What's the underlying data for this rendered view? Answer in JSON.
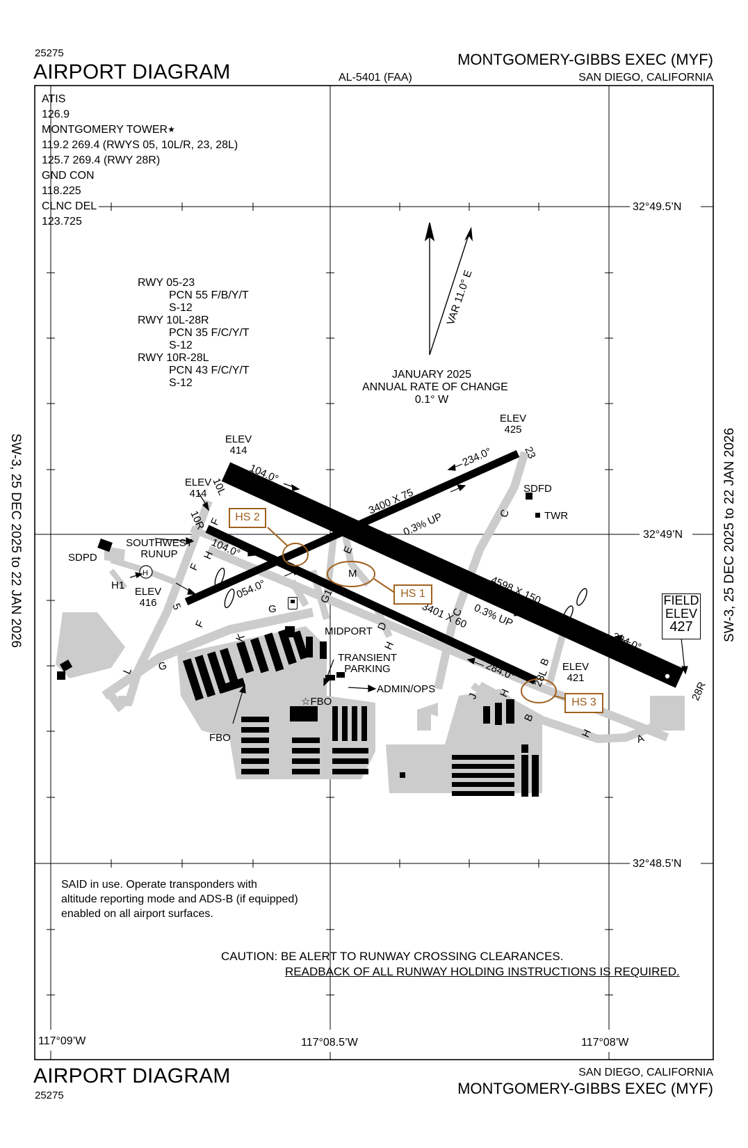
{
  "header": {
    "chart_number": "25275",
    "title": "AIRPORT DIAGRAM",
    "al_number": "AL-5401 (FAA)",
    "airport_name": "MONTGOMERY-GIBBS EXEC (MYF)",
    "city": "SAN DIEGO, CALIFORNIA"
  },
  "footer": {
    "title": "AIRPORT DIAGRAM",
    "chart_number": "25275",
    "city": "SAN DIEGO, CALIFORNIA",
    "airport_name": "MONTGOMERY-GIBBS EXEC (MYF)"
  },
  "side_text": {
    "left": "SW-3,  25 DEC 2025  to  22 JAN 2026",
    "right": "SW-3,  25 DEC 2025  to  22 JAN 2026"
  },
  "frequencies": [
    "ATIS",
    "126.9",
    "MONTGOMERY TOWER",
    "119.2 269.4 (RWYS 05, 10L/R, 23, 28L)",
    "125.7 269.4 (RWY 28R)",
    "GND CON",
    "118.225",
    "CLNC DEL",
    "123.725"
  ],
  "runway_info": [
    {
      "rwy": "RWY 05-23",
      "pcn": "PCN 55 F/B/Y/T",
      "s": "S-12"
    },
    {
      "rwy": "RWY 10L-28R",
      "pcn": "PCN 35 F/C/Y/T",
      "s": "S-12"
    },
    {
      "rwy": "RWY 10R-28L",
      "pcn": "PCN 43 F/C/Y/T",
      "s": "S-12"
    }
  ],
  "variation": {
    "label": "VAR 11.0° E",
    "date": "JANUARY 2025",
    "rate_label": "ANNUAL RATE OF CHANGE",
    "rate": "0.1° W"
  },
  "coordinates": {
    "lat_top": "32°49.5’N",
    "lat_mid": "32°49’N",
    "lat_bottom": "32°48.5’N",
    "lon_left": "117°09’W",
    "lon_mid": "117°08.5’W",
    "lon_right": "117°08’W"
  },
  "field_elev": {
    "label1": "FIELD",
    "label2": "ELEV",
    "value": "427"
  },
  "hot_spots": [
    "HS 1",
    "HS 2",
    "HS 3"
  ],
  "map_labels": {
    "elev_10l_a": "ELEV",
    "elev_10l_b": "414",
    "elev_10r_a": "ELEV",
    "elev_10r_b": "414",
    "elev_5_a": "ELEV",
    "elev_5_b": "416",
    "elev_23_a": "ELEV",
    "elev_23_b": "425",
    "elev_28l_a": "ELEV",
    "elev_28l_b": "421",
    "rwy_10l": "10L",
    "rwy_10r": "10R",
    "rwy_5": "5",
    "rwy_23": "23",
    "rwy_28l": "28L",
    "rwy_28r": "28R",
    "hdg_104_a": "104.0°",
    "hdg_104_b": "104.0°",
    "hdg_054": "054.0°",
    "hdg_234": "234.0°",
    "hdg_284_a": "284.0°",
    "hdg_284_b": "284.0°",
    "dim_05_23": "3400 X 75",
    "grad_05_23": "0.3% UP",
    "dim_10l_28r": "4598 X 150",
    "grad_10l_28r": "0.3% UP",
    "dim_10r_28l": "3401 X 60",
    "sdfd": "SDFD",
    "twr": "TWR",
    "sdpd": "SDPD",
    "southwest_a": "SOUTHWEST",
    "southwest_b": "RUNUP",
    "h1": "H1",
    "h_circle": "H",
    "midport": "MIDPORT",
    "transient_a": "TRANSIENT",
    "transient_b": "PARKING",
    "admin_ops": "ADMIN/OPS",
    "fbo_1": "FBO",
    "fbo_2": "FBO",
    "twy_f1": "F",
    "twy_f2": "F",
    "twy_f3": "F",
    "twy_h1": "H",
    "twy_h2": "H",
    "twy_h3": "H",
    "twy_h4": "H",
    "twy_e": "E",
    "twy_m": "M",
    "twy_g": "G",
    "twy_g1": "G1",
    "twy_g2": "G",
    "twy_d": "D",
    "twy_c1": "C",
    "twy_c2": "C",
    "twy_k": "K",
    "twy_l": "L",
    "twy_j": "J",
    "twy_b1": "B",
    "twy_b2": "B",
    "twy_a": "A"
  },
  "notes": {
    "said_line1": "SAID in use. Operate transponders with",
    "said_line2": "altitude reporting mode and ADS-B (if equipped)",
    "said_line3": "enabled on all airport surfaces.",
    "caution1": "CAUTION: BE ALERT TO RUNWAY CROSSING CLEARANCES.",
    "caution2": "READBACK OF ALL RUNWAY HOLDING INSTRUCTIONS IS REQUIRED."
  },
  "colors": {
    "runway": "#000000",
    "pavement": "#cccccc",
    "hot_spot": "#a0601e",
    "frame": "#000000"
  }
}
